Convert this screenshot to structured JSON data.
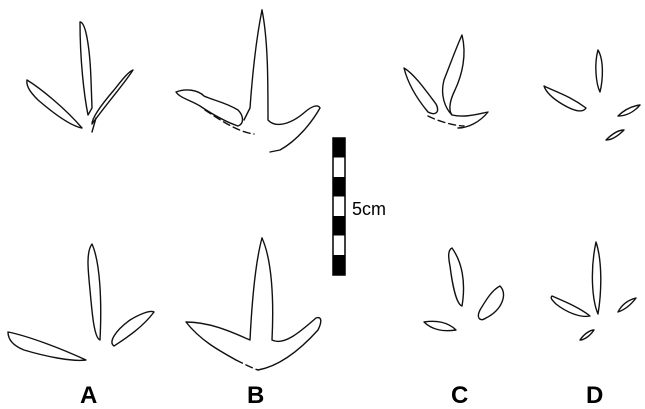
{
  "scale_bar": {
    "label": "5cm",
    "segments": 7
  },
  "labels": [
    "A",
    "B",
    "C",
    "D"
  ]
}
